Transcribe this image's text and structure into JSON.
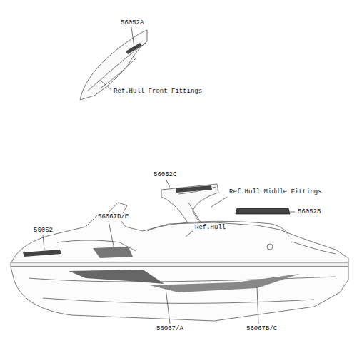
{
  "diagram": {
    "labels": [
      "56052A",
      "Ref.Hull Front Fittings",
      "56052C",
      "Ref.Hull Middle Fittings",
      "56052",
      "56067D/E",
      "Ref.Hull",
      "56052B",
      "56067/A",
      "56067B/C"
    ]
  }
}
